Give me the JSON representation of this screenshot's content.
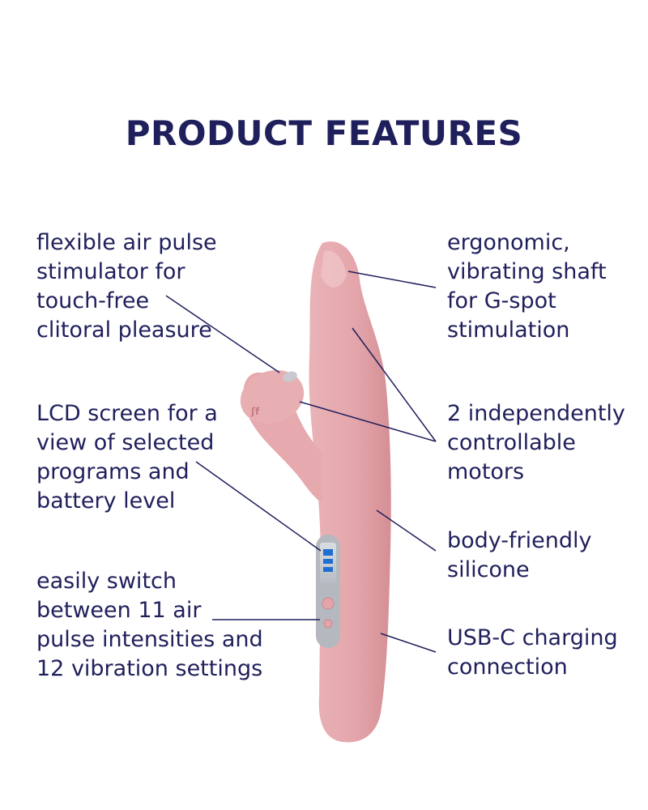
{
  "title": "PRODUCT FEATURES",
  "features": {
    "air_pulse": [
      "flexible air pulse",
      "stimulator for",
      "touch-free",
      "clitoral pleasure"
    ],
    "lcd": [
      "LCD screen for a",
      "view of selected",
      "programs and",
      "battery level"
    ],
    "switch": [
      "easily switch",
      "between 11 air",
      "pulse intensities and",
      "12 vibration settings"
    ],
    "shaft": [
      "ergonomic,",
      "vibrating shaft",
      "for G-spot",
      "stimulation"
    ],
    "motors": [
      "2 independently",
      "controllable",
      "motors"
    ],
    "silicone": [
      "body-friendly",
      "silicone"
    ],
    "usb": [
      "USB-C charging",
      "connection"
    ]
  },
  "colors": {
    "text": "#1f1f5c",
    "product": "#e5a9ad",
    "product_shade": "#d88f95",
    "leader_lines": "#1f1f5c"
  },
  "icons": [
    "satisfyer-logo-icon",
    "lcd-screen-icon",
    "pulse-button-icon"
  ]
}
